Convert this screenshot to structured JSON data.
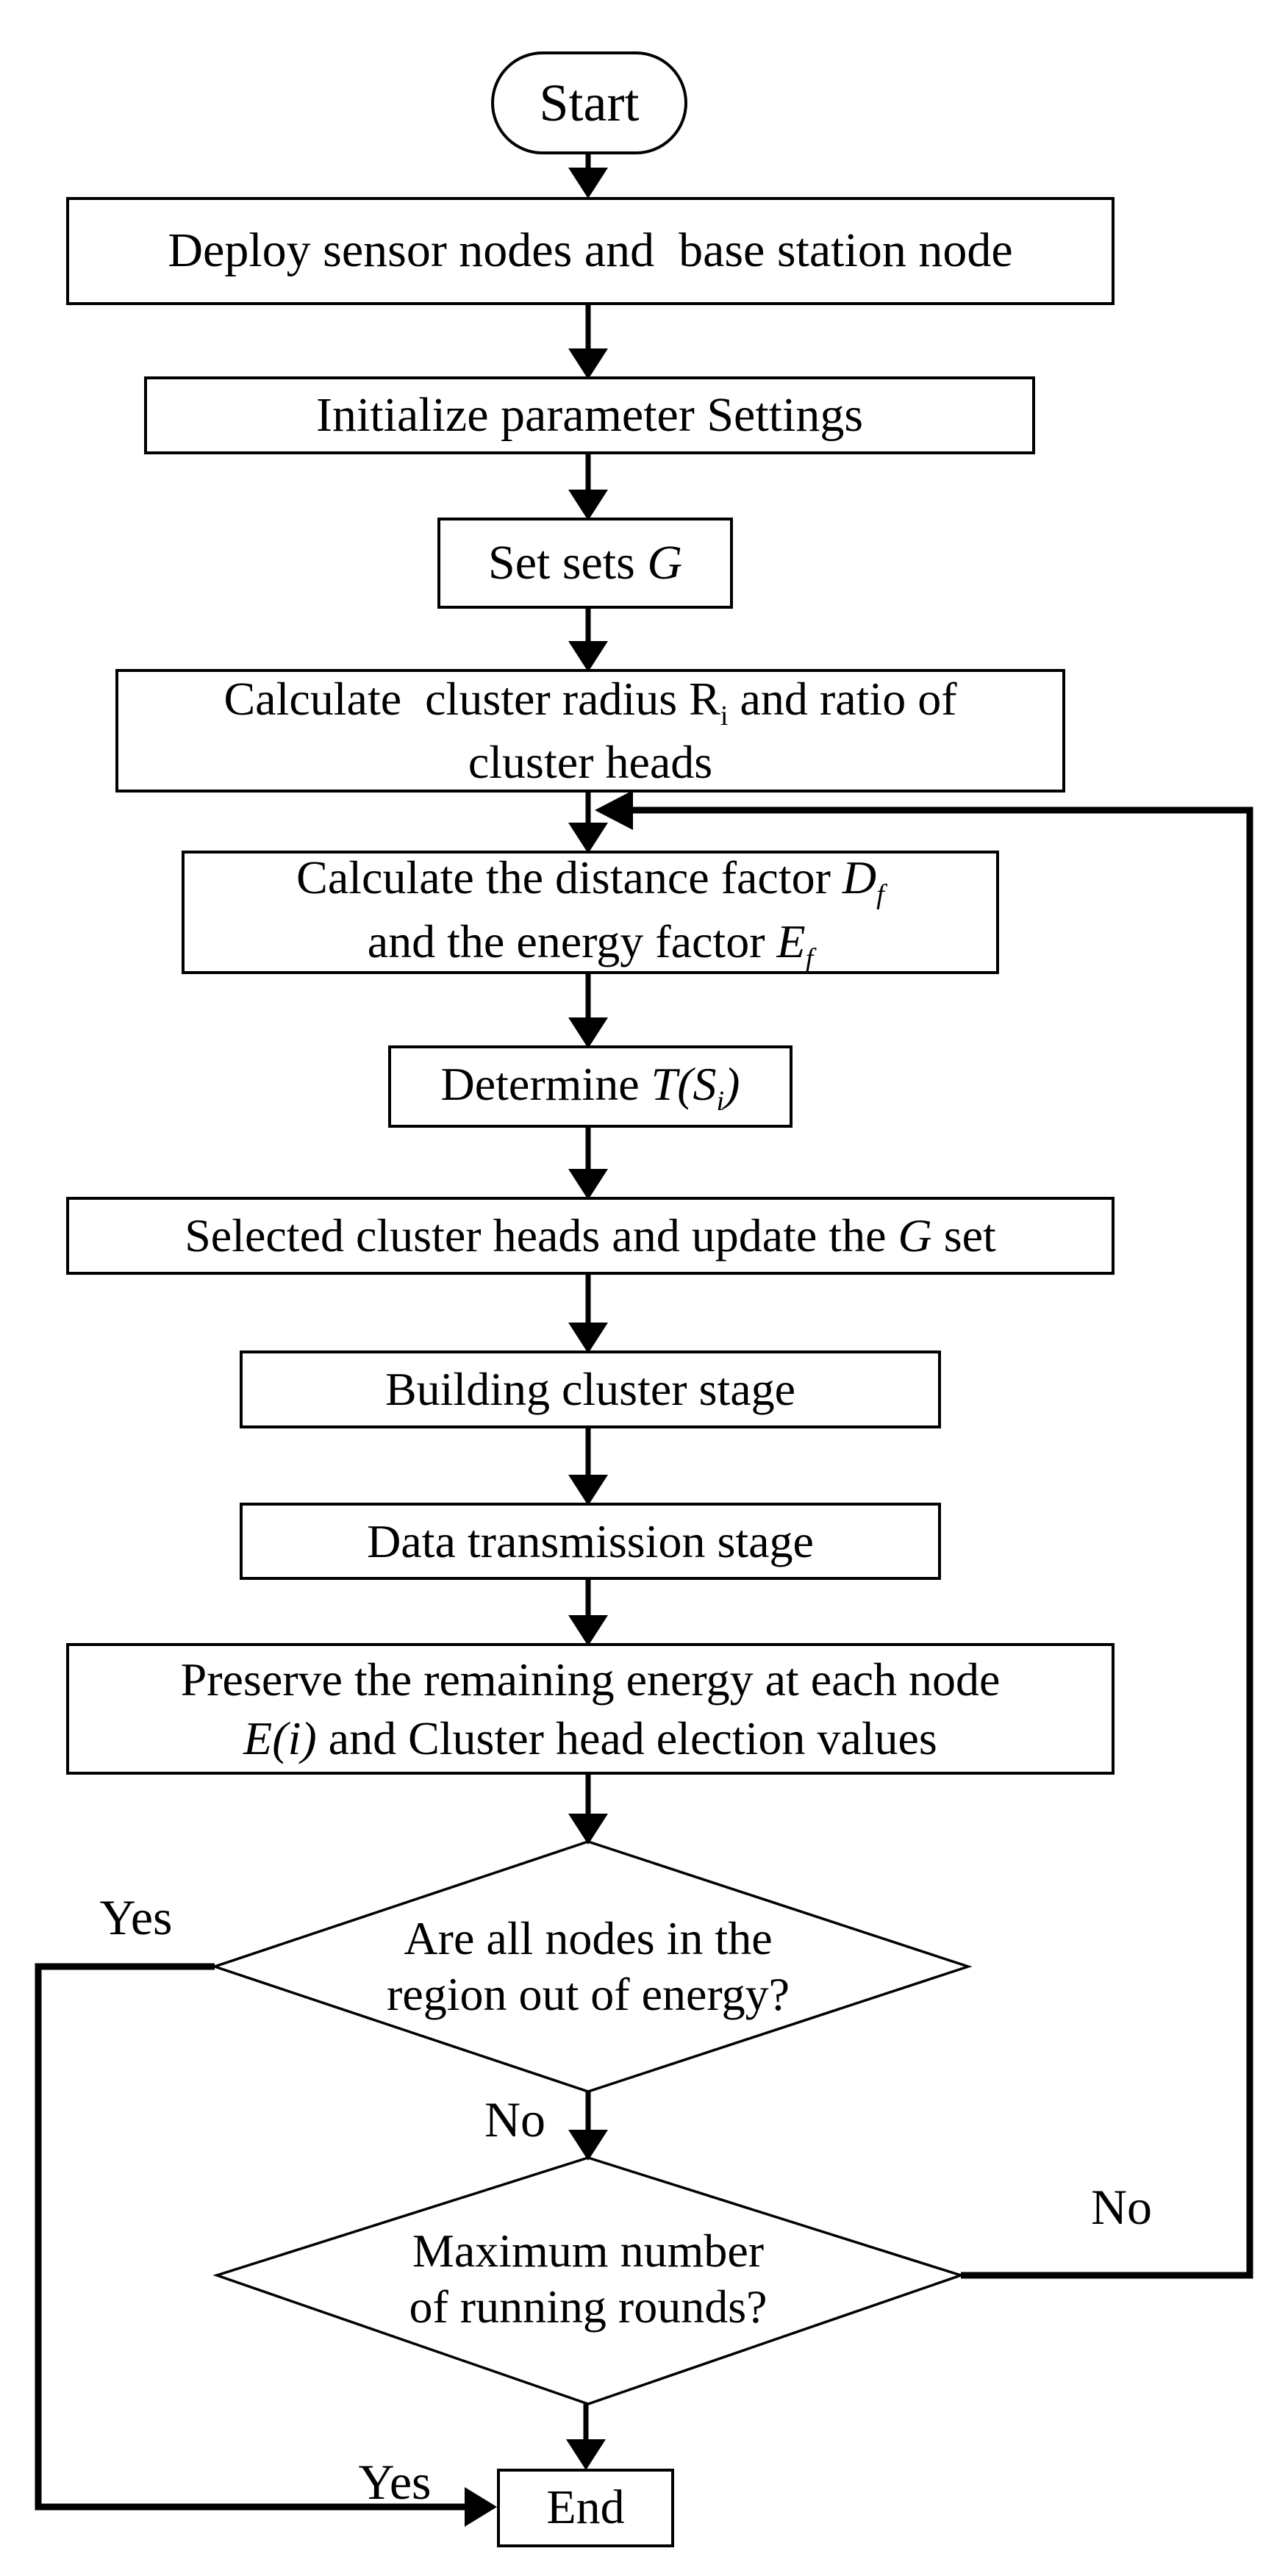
{
  "diagram": {
    "background": "#ffffff",
    "stroke_color": "#000000",
    "text_color": "#000000"
  },
  "nodes": {
    "start": {
      "text": "Start"
    },
    "deploy": {
      "lines": [
        [
          {
            "t": "Deploy sensor nodes and  base station node",
            "s": ""
          }
        ]
      ]
    },
    "init": {
      "lines": [
        [
          {
            "t": "Initialize parameter Settings",
            "s": ""
          }
        ]
      ]
    },
    "set_g": {
      "lines": [
        [
          {
            "t": "Set sets ",
            "s": ""
          },
          {
            "t": "G",
            "s": "i"
          }
        ]
      ]
    },
    "radius": {
      "lines": [
        [
          {
            "t": "Calculate  cluster radius R",
            "s": ""
          },
          {
            "t": "i",
            "s": "sub"
          },
          {
            "t": " and ratio of",
            "s": ""
          }
        ],
        [
          {
            "t": "cluster heads",
            "s": ""
          }
        ]
      ]
    },
    "factors": {
      "lines": [
        [
          {
            "t": "Calculate the distance factor ",
            "s": ""
          },
          {
            "t": "D",
            "s": "i"
          },
          {
            "t": "f",
            "s": "isub"
          }
        ],
        [
          {
            "t": "and the energy factor ",
            "s": ""
          },
          {
            "t": "E",
            "s": "i"
          },
          {
            "t": "f",
            "s": "isub"
          }
        ]
      ]
    },
    "determine": {
      "lines": [
        [
          {
            "t": "Determine ",
            "s": ""
          },
          {
            "t": "T(S",
            "s": "i"
          },
          {
            "t": "i",
            "s": "isub"
          },
          {
            "t": ")",
            "s": "i"
          }
        ]
      ]
    },
    "selected": {
      "lines": [
        [
          {
            "t": "Selected cluster heads and update the ",
            "s": ""
          },
          {
            "t": "G",
            "s": "i"
          },
          {
            "t": " set",
            "s": ""
          }
        ]
      ]
    },
    "building": {
      "lines": [
        [
          {
            "t": "Building cluster stage",
            "s": ""
          }
        ]
      ]
    },
    "transmission": {
      "lines": [
        [
          {
            "t": "Data transmission stage",
            "s": ""
          }
        ]
      ]
    },
    "preserve": {
      "lines": [
        [
          {
            "t": "Preserve the remaining energy at each node",
            "s": ""
          }
        ],
        [
          {
            "t": "E(i)",
            "s": "i"
          },
          {
            "t": " and Cluster head election values",
            "s": ""
          }
        ]
      ]
    },
    "decision_energy": {
      "lines": [
        [
          {
            "t": "Are all nodes in the",
            "s": ""
          }
        ],
        [
          {
            "t": "region out of energy?",
            "s": ""
          }
        ]
      ]
    },
    "decision_rounds": {
      "lines": [
        [
          {
            "t": "Maximum number",
            "s": ""
          }
        ],
        [
          {
            "t": "of running rounds?",
            "s": ""
          }
        ]
      ]
    },
    "end": {
      "text": "End"
    }
  },
  "edge_labels": {
    "yes_left": "Yes",
    "no_below": "No",
    "no_right": "No",
    "yes_end": "Yes"
  }
}
